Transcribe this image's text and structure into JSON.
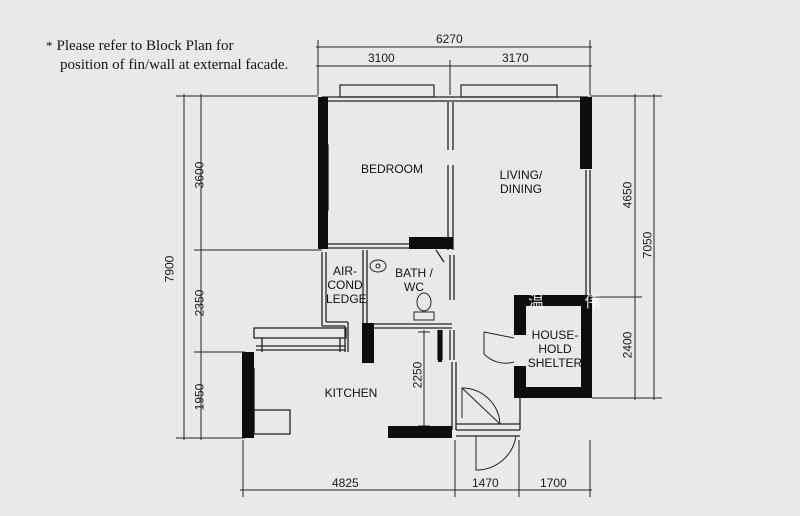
{
  "note": {
    "line1": "Please refer to Block Plan for",
    "line2": "position of fin/wall at external facade.",
    "asterisk": "*"
  },
  "rooms": {
    "bedroom": "BEDROOM",
    "living_line1": "LIVING/",
    "living_line2": "DINING",
    "aircon_line1": "AIR-",
    "aircon_line2": "COND",
    "aircon_line3": "LEDGE",
    "bath_line1": "BATH /",
    "bath_line2": "WC",
    "shelter_line1": "HOUSE-",
    "shelter_line2": "HOLD",
    "shelter_line3": "SHELTER",
    "kitchen": "KITCHEN"
  },
  "dimensions": {
    "top_total": "6270",
    "top_left": "3100",
    "top_right": "3170",
    "left_total": "7900",
    "left_1": "3600",
    "left_2": "2350",
    "left_3": "1950",
    "right_1": "4650",
    "right_2": "2400",
    "right_total": "7050",
    "bottom_1": "4825",
    "bottom_2": "1470",
    "bottom_3": "1700",
    "kitchen_inner": "2250"
  },
  "watermark": "温 伟"
}
